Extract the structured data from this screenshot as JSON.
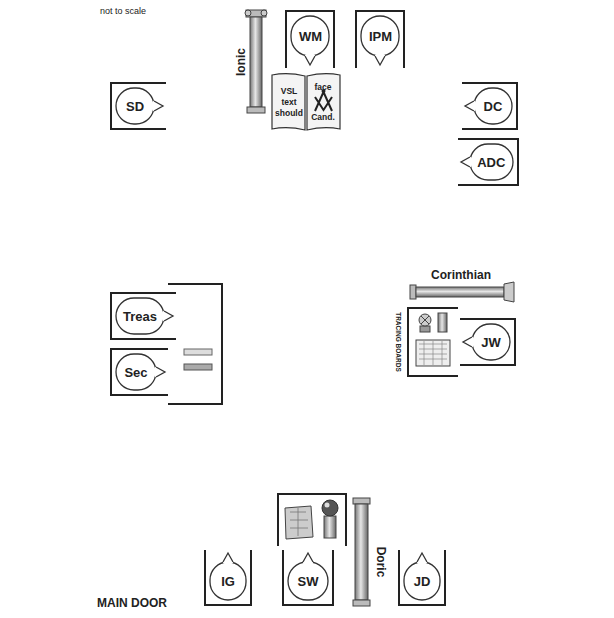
{
  "diagram": {
    "nodes": [
      {
        "text": [
          "WM"
        ]
      },
      {
        "text": [
          "IPM"
        ]
      },
      {
        "text": [
          "VSL text should",
          "face Cand."
        ]
      },
      {
        "text": [
          "SD"
        ]
      },
      {
        "text": [
          "DC"
        ]
      },
      {
        "text": [
          "ADC"
        ]
      },
      {
        "text": [
          "Treas"
        ]
      },
      {
        "text": [
          "Sec"
        ]
      },
      {
        "text": [
          "JW"
        ]
      },
      {
        "text": [
          "IG"
        ]
      },
      {
        "text": [
          "SW"
        ]
      },
      {
        "text": [
          "JD"
        ]
      }
    ],
    "labels": [
      "not to scale",
      "Ionic",
      "Corinthian",
      "TRACING BOARDS",
      "Doric",
      "MAIN DOOR"
    ]
  }
}
